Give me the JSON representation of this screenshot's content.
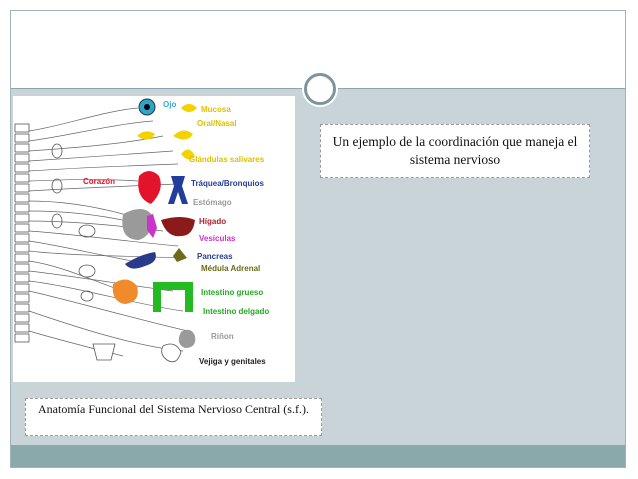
{
  "slide": {
    "callout_text": "Un ejemplo de la coordinación que maneja el sistema nervioso",
    "citation": "Anatomía Funcional del Sistema Nervioso Central (s.f.).",
    "colors": {
      "main_band": "#c9d4d8",
      "bottom_band": "#8aa9ab",
      "ring": "#7c969b"
    }
  },
  "diagram": {
    "labels": {
      "ojo": "Ojo",
      "mucosa": "Mucosa",
      "oral_nasal": "Oral/Nasal",
      "glandulas": "Glándulas salivares",
      "corazon": "Corazón",
      "traquea": "Tráquea/Bronquios",
      "estomago": "Estómago",
      "higado": "Hígado",
      "vesiculas": "Vesículas",
      "pancreas": "Pancreas",
      "medula": "Médula Adrenal",
      "intestino_grueso": "Intestino grueso",
      "intestino_delgado": "Intestino delgado",
      "rinon": "Riñon",
      "vejiga": "Vejiga y genitales"
    }
  }
}
